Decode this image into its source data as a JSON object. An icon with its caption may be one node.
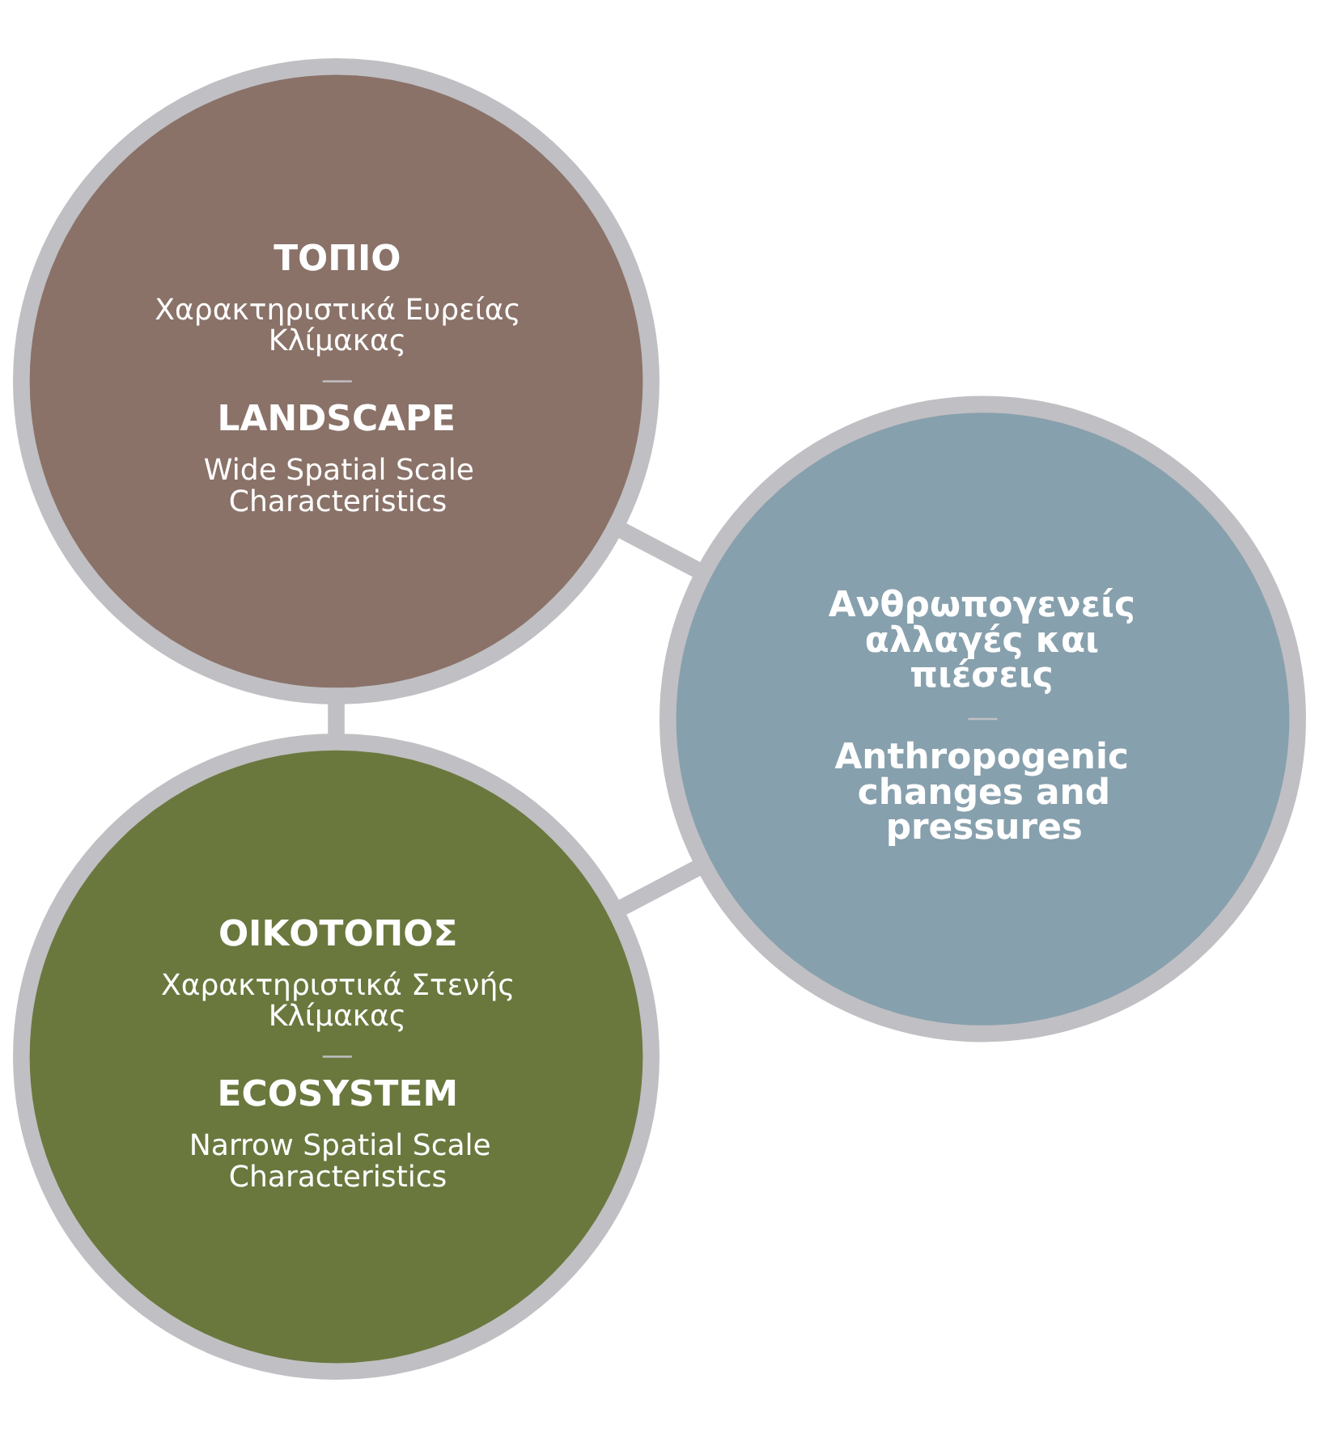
{
  "diagram": {
    "nodes": [
      {
        "text": [
          "ΤΟΠΙΟ",
          "Χαρακτηριστικά Ευρείας Κλίμακας",
          "LANDSCAPE",
          "Wide Spatial Scale Characteristics"
        ]
      },
      {
        "text": [
          "Ανθρωπογενείς αλλαγές και πιέσεις",
          "Anthropogenic changes and pressures"
        ]
      },
      {
        "text": [
          "ΟΙΚΟΤΟΠΟΣ",
          "Χαρακτηριστικά Στενής Κλίμακας",
          "ECOSYSTEM",
          "Narrow Spatial Scale Characteristics"
        ]
      }
    ],
    "edges": [
      {
        "from": 0,
        "to": 1,
        "arrow": "none"
      },
      {
        "from": 0,
        "to": 2,
        "arrow": "none"
      },
      {
        "from": 2,
        "to": 1,
        "arrow": "none"
      }
    ]
  }
}
